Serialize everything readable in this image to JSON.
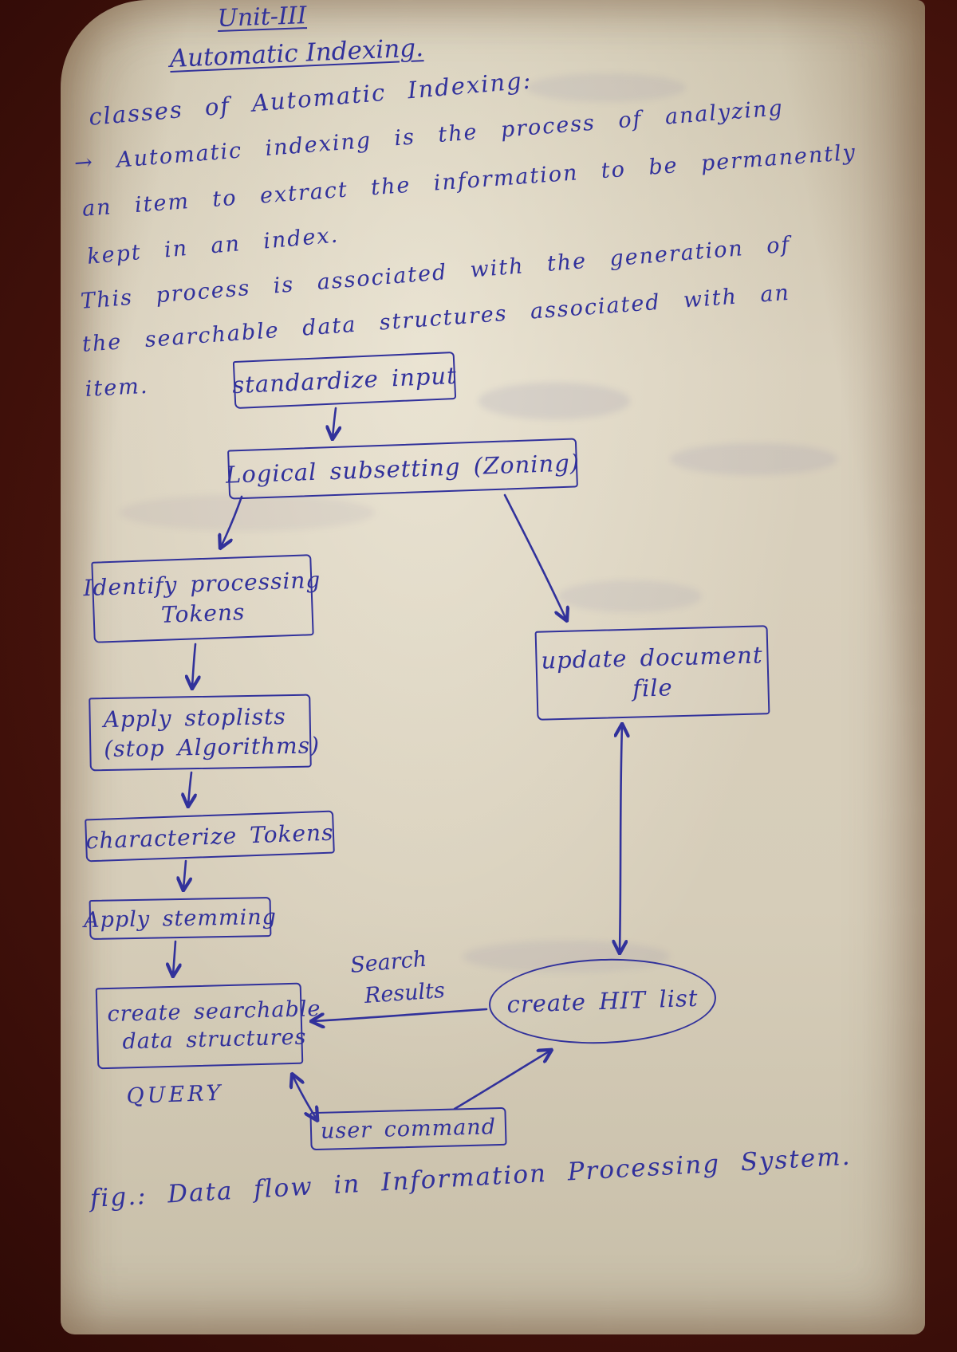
{
  "colors": {
    "ink": "#31319b",
    "paper": "#d6cdb9",
    "background": "#46130c"
  },
  "page": {
    "unit_title": "Unit-III",
    "main_title": "Automatic Indexing.",
    "section_heading": "classes of Automatic Indexing:",
    "body_lines": [
      "→ Automatic indexing is the process of analyzing",
      "an item to extract the information to be permanently",
      "kept in an index.",
      "This process is associated with the generation of",
      "the searchable data structures associated with an",
      "item."
    ],
    "caption": "fig.: Data flow in Information Processing System."
  },
  "flowchart": {
    "nodes": [
      {
        "id": "standardize-input",
        "lines": [
          "standardize input"
        ]
      },
      {
        "id": "logical-subsetting",
        "lines": [
          "Logical subsetting (Zoning)"
        ]
      },
      {
        "id": "identify-processing-tokens",
        "lines": [
          "Identify processing",
          "Tokens"
        ]
      },
      {
        "id": "update-document-file",
        "lines": [
          "update document",
          "file"
        ]
      },
      {
        "id": "apply-stoplists",
        "lines": [
          "Apply stoplists",
          "(stop Algorithms)"
        ]
      },
      {
        "id": "characterize-tokens",
        "lines": [
          "characterize Tokens"
        ]
      },
      {
        "id": "apply-stemming",
        "lines": [
          "Apply stemming"
        ]
      },
      {
        "id": "create-searchable-data-structures",
        "lines": [
          "create searchable",
          "data structures"
        ]
      },
      {
        "id": "create-hit-list",
        "lines": [
          "create HIT list"
        ]
      },
      {
        "id": "user-command",
        "lines": [
          "user command"
        ]
      }
    ],
    "edge_labels": {
      "search_results_line1": "Search",
      "search_results_line2": "Results",
      "query": "QUERY"
    }
  }
}
